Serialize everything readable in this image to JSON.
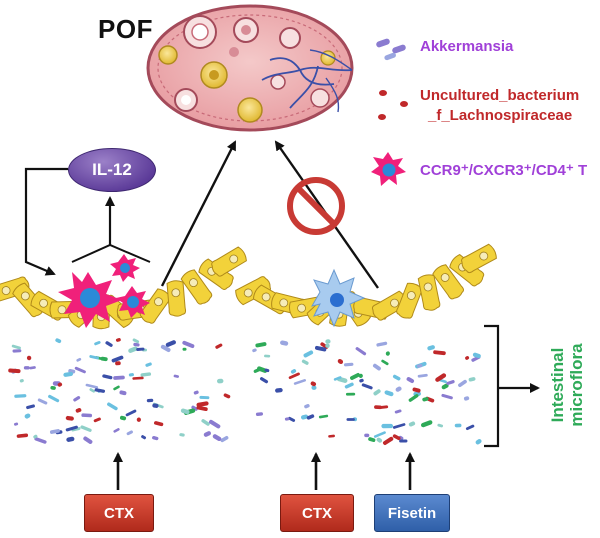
{
  "title": "POF",
  "legend": {
    "akkermansia": "Akkermansia",
    "lachno_line1": "Uncultured_bacterium",
    "lachno_line2": "_f_Lachnospiraceae",
    "tcell": "CCR9⁺/CXCR3⁺/CD4⁺ T"
  },
  "cytokine": "IL-12",
  "left_panel": {
    "input": "CTX"
  },
  "right_panel": {
    "input_1": "CTX",
    "input_2": "Fisetin"
  },
  "microflora_label": [
    "Intestinal",
    "microflora"
  ],
  "colors": {
    "akkermansia": "#8a7bd0",
    "lachnospiraceae": "#c0282a",
    "tcell": "#f0207a",
    "il12": "#5b3a98",
    "ctx_box": "#c43a28",
    "fisetin_box": "#3e6fb8",
    "microflora_text": "#2eaa58",
    "epithelium": "#f2d23a"
  }
}
